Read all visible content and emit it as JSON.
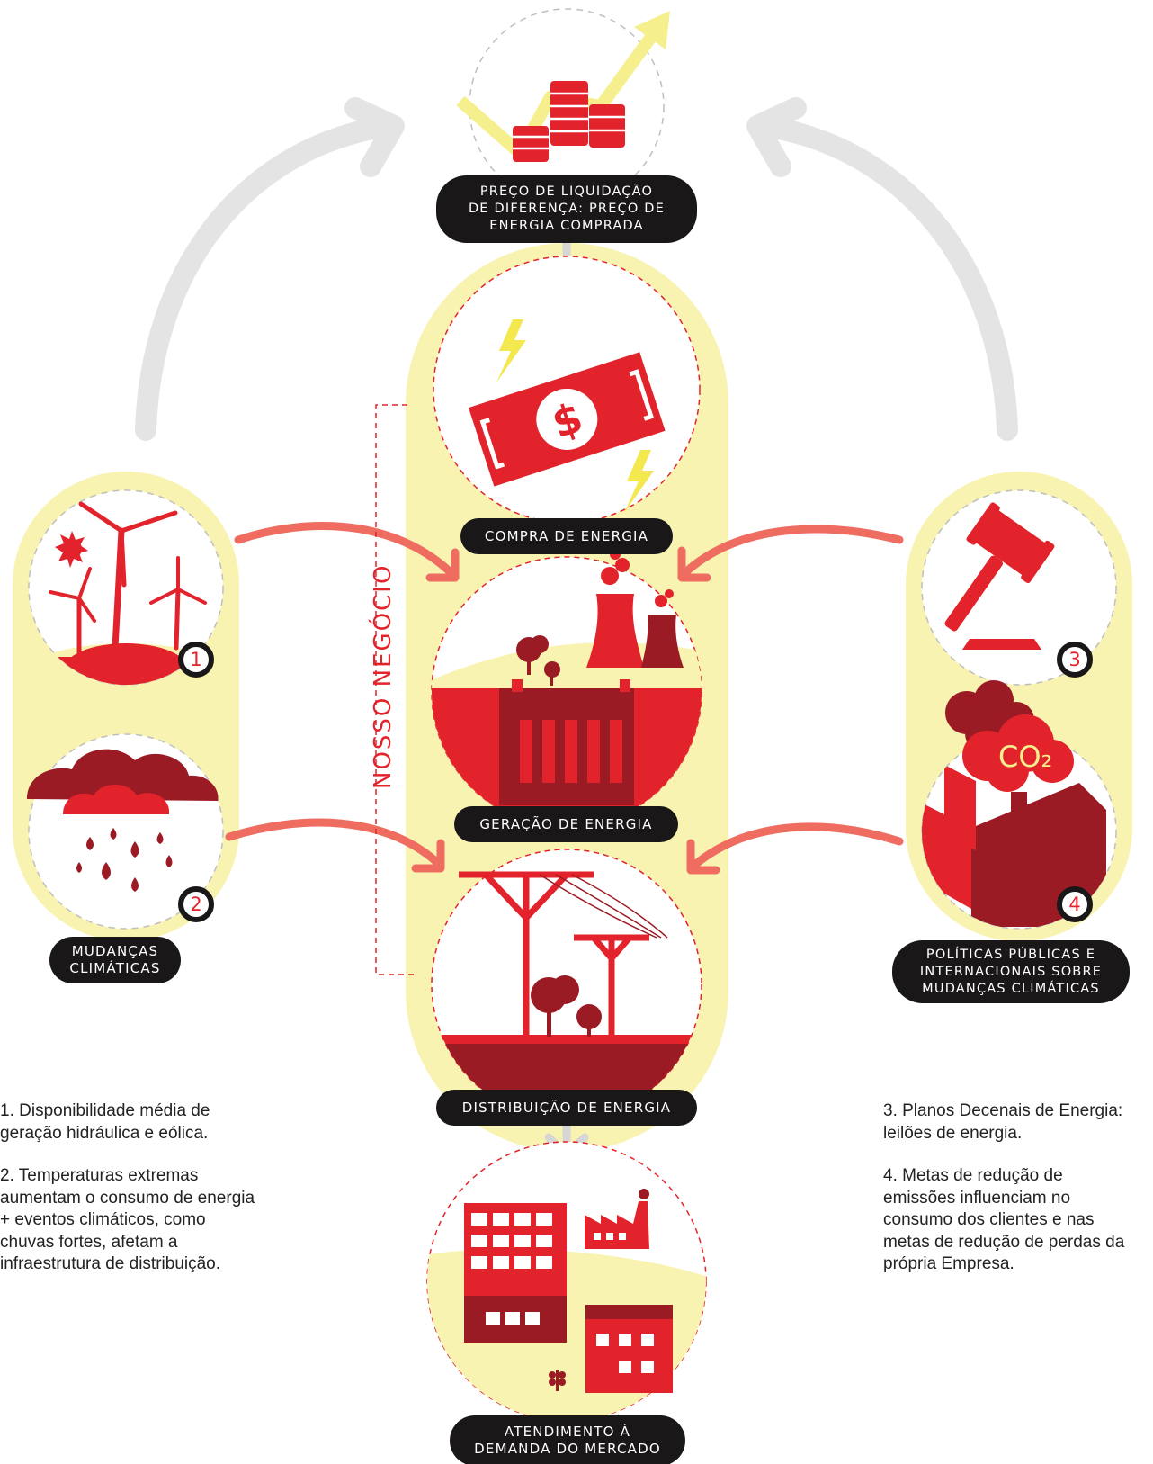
{
  "colors": {
    "red": "#e3232b",
    "dark_red": "#9b1b24",
    "yellow": "#f8f3b0",
    "pill": "#1a1718",
    "arrow_grey": "#e3e3e3",
    "arrow_coral": "#ef6c60"
  },
  "top": {
    "label": "Preço de liquidação\nde diferença: preço de\nenergia comprada"
  },
  "center": {
    "vertical_label": "NOSSO NEGÓCIO",
    "stages": [
      {
        "label": "COMPRA DE ENERGIA",
        "icon": "dollar-bill-icon"
      },
      {
        "label": "GERAÇÃO DE ENERGIA",
        "icon": "hydro-plant-icon"
      },
      {
        "label": "DISTRIBUIÇÃO DE ENERGIA",
        "icon": "power-line-icon"
      }
    ],
    "bottom_label": "ATENDIMENTO À\nDEMANDA DO MERCADO"
  },
  "left": {
    "label": "MUDANÇAS\nCLIMÁTICAS",
    "badges": [
      "1",
      "2"
    ],
    "icons": [
      "wind-turbine-icon",
      "rain-cloud-icon"
    ]
  },
  "right": {
    "label": "POLÍTICAS PÚBLICAS E\nINTERNACIONAIS SOBRE\nMUDANÇAS CLIMÁTICAS",
    "badges": [
      "3",
      "4"
    ],
    "icons": [
      "gavel-icon",
      "factory-co2-icon"
    ],
    "co2_text": "CO₂"
  },
  "notes_left": [
    "1. Disponibilidade média de geração hidráulica e eólica.",
    "2. Temperaturas extremas aumentam o consumo de energia + eventos climáticos, como chuvas fortes, afetam a infraestrutura de distribuição."
  ],
  "notes_right": [
    "3. Planos Decenais de Energia: leilões de energia.",
    "4. Metas de redução de emissões influenciam no consumo dos clientes e nas metas de redução de perdas da própria Empresa."
  ]
}
